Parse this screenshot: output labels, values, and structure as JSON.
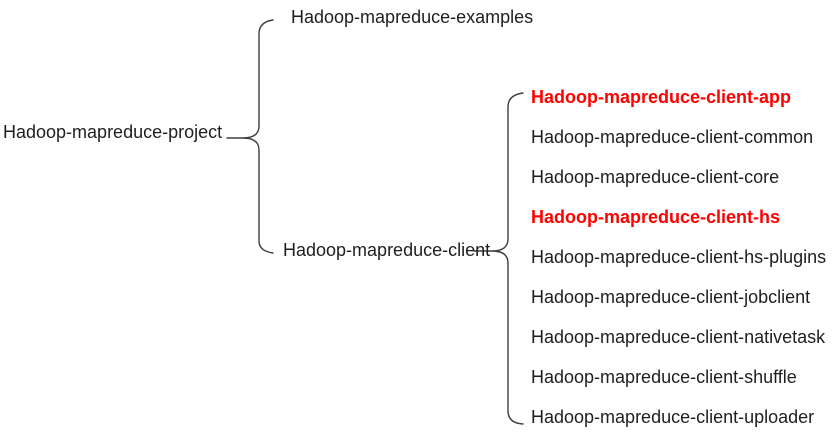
{
  "colors": {
    "text": "#1f1f1f",
    "highlight": "#ff0000",
    "brace": "#3f3f3f",
    "background": "#ffffff"
  },
  "tree": {
    "root": "Hadoop-mapreduce-project",
    "children": [
      {
        "label": "Hadoop-mapreduce-examples",
        "highlighted": false
      },
      {
        "label": "Hadoop-mapreduce-client",
        "highlighted": false,
        "children": [
          {
            "label": "Hadoop-mapreduce-client-app",
            "highlighted": true
          },
          {
            "label": "Hadoop-mapreduce-client-common",
            "highlighted": false
          },
          {
            "label": "Hadoop-mapreduce-client-core",
            "highlighted": false
          },
          {
            "label": "Hadoop-mapreduce-client-hs",
            "highlighted": true
          },
          {
            "label": "Hadoop-mapreduce-client-hs-plugins",
            "highlighted": false
          },
          {
            "label": "Hadoop-mapreduce-client-jobclient",
            "highlighted": false
          },
          {
            "label": "Hadoop-mapreduce-client-nativetask",
            "highlighted": false
          },
          {
            "label": "Hadoop-mapreduce-client-shuffle",
            "highlighted": false
          },
          {
            "label": "Hadoop-mapreduce-client-uploader",
            "highlighted": false
          }
        ]
      }
    ]
  }
}
